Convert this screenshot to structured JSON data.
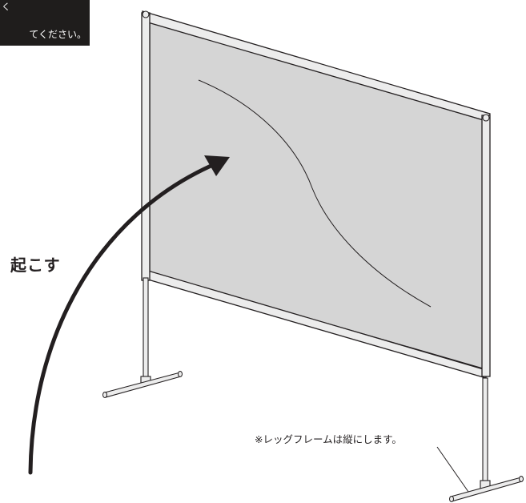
{
  "note_box": {
    "line1": "く",
    "line2": "てください。"
  },
  "raise_label": "起こす",
  "leg_note": "※レッグフレームは縦にします。",
  "colors": {
    "screen_fill": "#d6d6d6",
    "frame": "#231f20",
    "frame_fill": "#ececec",
    "note_background": "#1f1d1c"
  }
}
